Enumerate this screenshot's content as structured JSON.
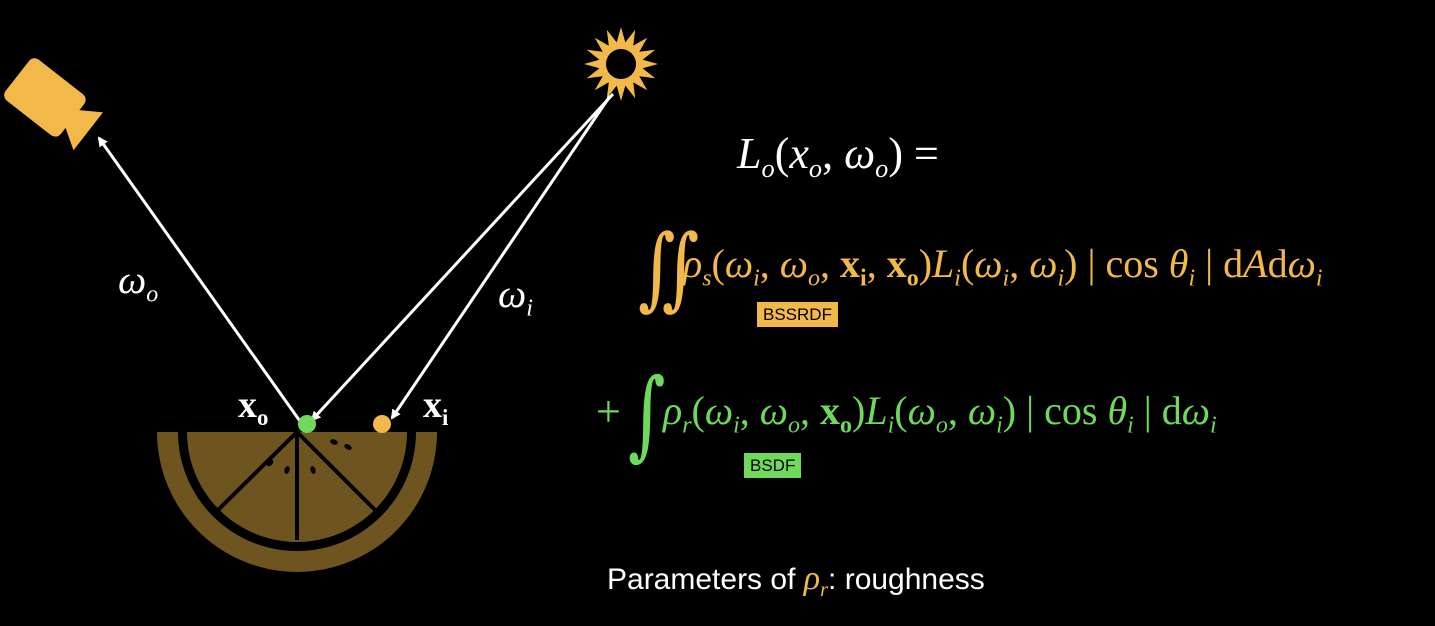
{
  "labels": {
    "omega_o": {
      "base": "ω",
      "sub": "o"
    },
    "omega_i": {
      "base": "ω",
      "sub": "i"
    },
    "x_o": {
      "base": "x",
      "sub": "o"
    },
    "x_i": {
      "base": "x",
      "sub": "i"
    }
  },
  "equation": {
    "lhs": "L_o(x_o, ω_o) =",
    "term1": "∬ ρ_s(ω_i, ω_o, x_i, x_o) L_i(ω_i, ω_i) | cos θ_i | dAdω_i",
    "term1_tag": "BSSRDF",
    "term2": "+ ∫ ρ_r(ω_i, ω_o, x_o) L_i(ω_o, ω_i) | cos θ_i | dω_i",
    "term2_tag": "BSDF"
  },
  "params": {
    "prefix": "Parameters of",
    "symbol": "ρ",
    "symbol_sub": "r",
    "suffix": ":  roughness"
  },
  "colors": {
    "background": "#000000",
    "orange": "#f3b84a",
    "green": "#6ed95b",
    "lemon_flesh": "#6e5520",
    "white": "#ffffff"
  },
  "icons": [
    "camera-icon",
    "sun-icon",
    "lemon-slice"
  ]
}
